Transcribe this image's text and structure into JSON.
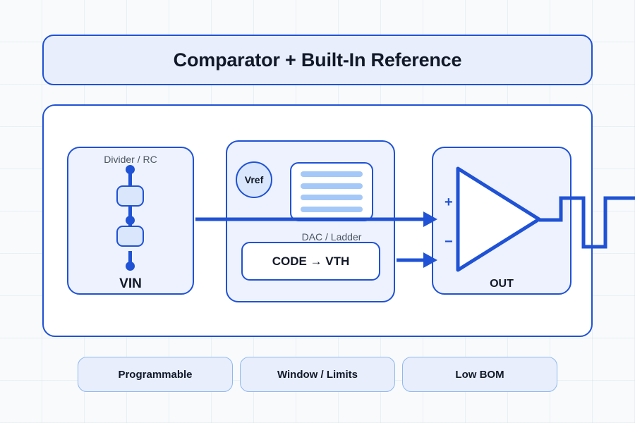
{
  "title": {
    "text": "Comparator + Built-In Reference"
  },
  "colors": {
    "accent": "#1f52d4",
    "module_fill": "#eef2fe",
    "banner_fill": "#e8eefc",
    "bar_fill": "#a4c8f7",
    "resistor_fill": "#d9e6fb",
    "background": "#f8fafc",
    "text": "#111827",
    "muted_text": "#4b5563"
  },
  "modules": {
    "input": {
      "label_top": "Divider / RC",
      "label_bottom": "VIN",
      "icon_top": "node-dot-icon",
      "icon_mid": "node-dot-icon",
      "icon_bottom": "node-dot-icon",
      "resistors": [
        "resistor-symbol",
        "resistor-symbol"
      ]
    },
    "reference": {
      "vref_label": "Vref",
      "ladder_label": "DAC / Ladder",
      "ladder_bars": 4,
      "code_box_label": "CODE → VTH"
    },
    "comparator": {
      "plus_label": "+",
      "minus_label": "−",
      "out_label": "OUT",
      "shape": "comparator-triangle-icon",
      "output_waveform": "square-wave-icon"
    }
  },
  "badges": [
    {
      "label": "Programmable"
    },
    {
      "label": "Window / Limits"
    },
    {
      "label": "Low BOM"
    }
  ]
}
